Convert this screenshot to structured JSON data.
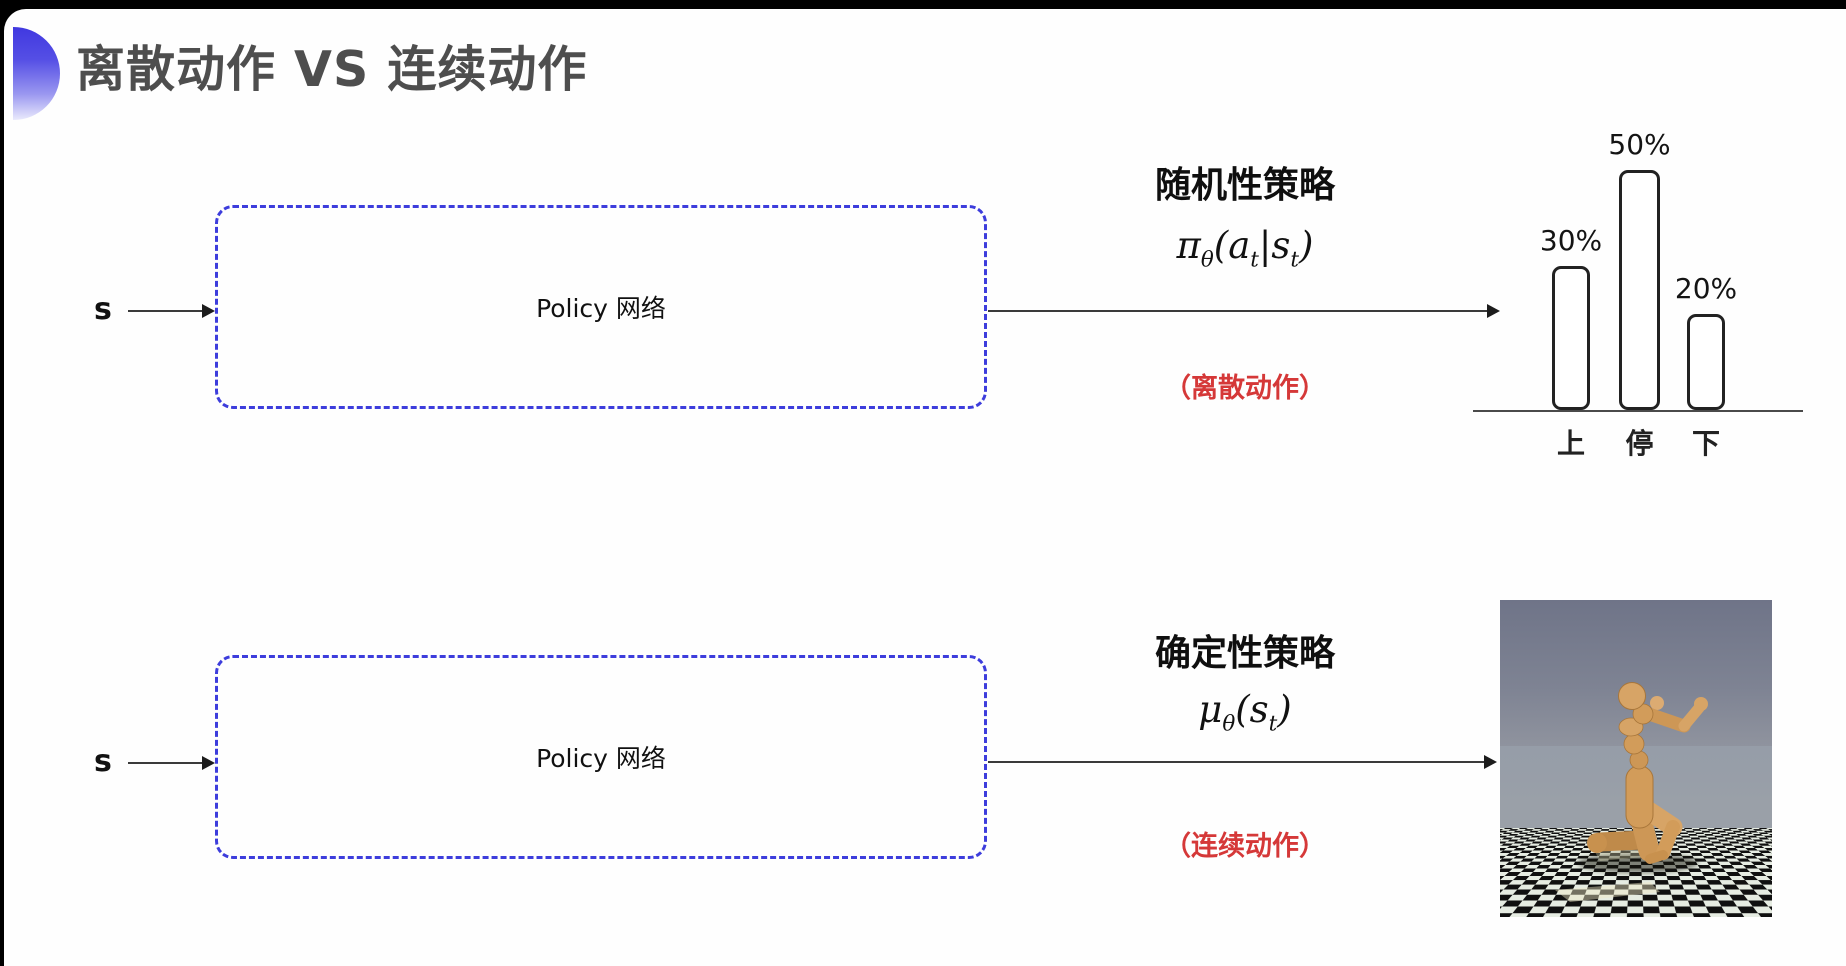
{
  "title": "离散动作 VS 连续动作",
  "colors": {
    "accent_blue": "#3d3ddc",
    "decoration_blue": "#4038e0",
    "note_red": "#d53838",
    "title_gray": "#4e4e4e"
  },
  "top_flow": {
    "input_label": "s",
    "box_label": "Policy 网络",
    "policy_title": "随机性策略",
    "formula": {
      "p1": "π",
      "s1": "θ",
      "p2": "(",
      "p3": "a",
      "s2": "t",
      "p4": "|",
      "p5": "s",
      "s3": "t",
      "p6": ")"
    },
    "note": "（离散动作）"
  },
  "bottom_flow": {
    "input_label": "s",
    "box_label": "Policy 网络",
    "policy_title": "确定性策略",
    "formula": {
      "p1": "μ",
      "s1": "θ",
      "p2": "(",
      "p3": "s",
      "s2": "t",
      "p4": ")"
    },
    "note": "（连续动作）"
  },
  "chart_data": {
    "type": "bar",
    "categories": [
      "上",
      "停",
      "下"
    ],
    "values": [
      30,
      50,
      20
    ],
    "value_labels": [
      "30%",
      "50%",
      "20%"
    ],
    "title": "",
    "xlabel": "",
    "ylabel": "",
    "ylim": [
      0,
      60
    ],
    "grid": false,
    "legend": false
  }
}
